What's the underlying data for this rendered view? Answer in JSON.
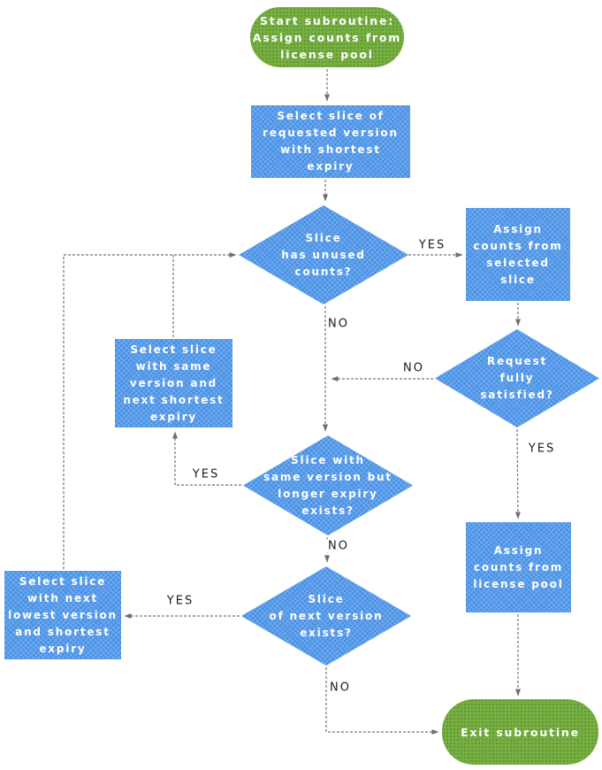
{
  "diagram": {
    "nodes": {
      "start": {
        "label": "Start subroutine:\nAssign counts from\nlicense pool",
        "type": "terminator"
      },
      "select_requested": {
        "label": "Select slice of\nrequested version\nwith shortest\nexpiry",
        "type": "process"
      },
      "slice_unused": {
        "label": "Slice\nhas unused\ncounts?",
        "type": "decision"
      },
      "assign_selected": {
        "label": "Assign\ncounts from\nselected\nslice",
        "type": "process"
      },
      "request_satisfied": {
        "label": "Request\nfully\nsatisfied?",
        "type": "decision"
      },
      "select_same_version": {
        "label": "Select slice\nwith same\nversion and\nnext shortest\nexpiry",
        "type": "process"
      },
      "longer_expiry_exists": {
        "label": "Slice with\nsame version but\nlonger expiry\nexists?",
        "type": "decision"
      },
      "next_version_exists": {
        "label": "Slice\nof next version\nexists?",
        "type": "decision"
      },
      "select_next_lowest": {
        "label": "Select slice\nwith next\nlowest version\nand shortest\nexpiry",
        "type": "process"
      },
      "assign_pool": {
        "label": "Assign\ncounts from\nlicense pool",
        "type": "process"
      },
      "exit": {
        "label": "Exit subroutine",
        "type": "terminator"
      }
    },
    "edge_labels": {
      "slice_unused_yes": "YES",
      "slice_unused_no": "NO",
      "request_satisfied_no": "NO",
      "request_satisfied_yes": "YES",
      "longer_expiry_yes": "YES",
      "longer_expiry_no": "NO",
      "next_version_yes": "YES",
      "next_version_no": "NO"
    }
  },
  "colors": {
    "start_end_fill": "#76b041",
    "process_fill": "#4a92e6",
    "connector": "#757575",
    "node_text": "#ffffff",
    "edge_label_text": "#1c1c1c",
    "background": "#ffffff"
  }
}
